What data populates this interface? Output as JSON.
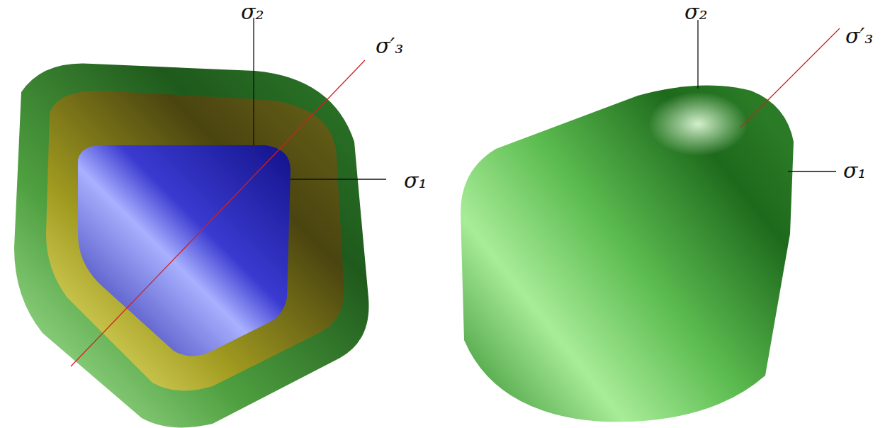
{
  "diagram": {
    "labels": [
      "σ₂",
      "σ′₃",
      "σ₁",
      "σ₂",
      "σ′₃",
      "σ₁"
    ]
  }
}
